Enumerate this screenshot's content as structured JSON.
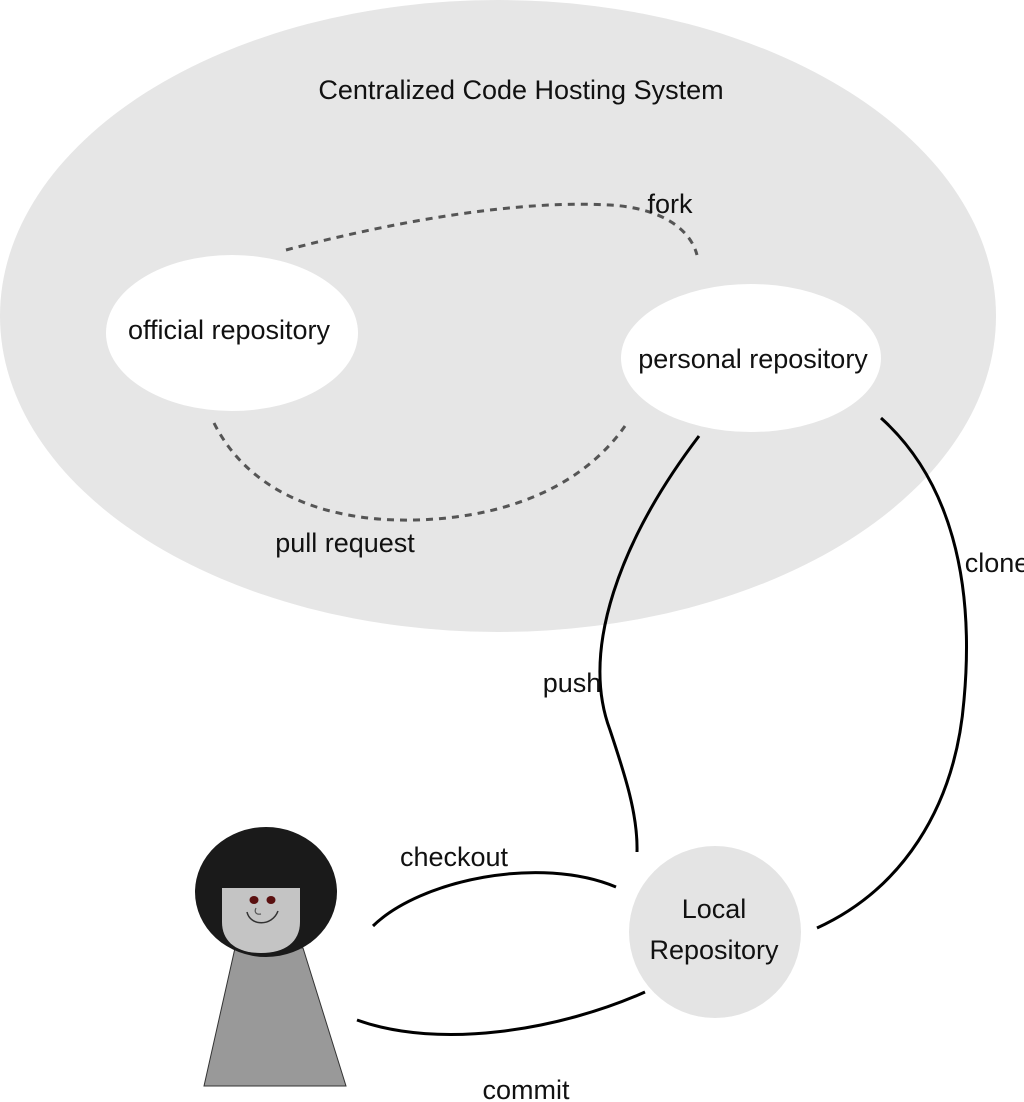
{
  "colors": {
    "system_fill": "#e6e6e6",
    "repo_fill": "#ffffff",
    "local_fill": "#e4e4e4",
    "dashed_edge": "#555555",
    "solid_edge": "#000000",
    "hair": "#1a1a1a",
    "face": "#c4c4c4",
    "body": "#999999",
    "eyes": "#5a1010"
  },
  "system": {
    "label": "Centralized Code Hosting System"
  },
  "nodes": {
    "official": {
      "label": "official repository"
    },
    "personal": {
      "label": "personal repository"
    },
    "local": {
      "line1": "Local",
      "line2": "Repository"
    }
  },
  "edges": {
    "fork": "fork",
    "pull_request": "pull request",
    "push": "push",
    "clone": "clone",
    "checkout": "checkout",
    "commit": "commit"
  },
  "actor": {
    "icon": "developer-figure-icon"
  }
}
